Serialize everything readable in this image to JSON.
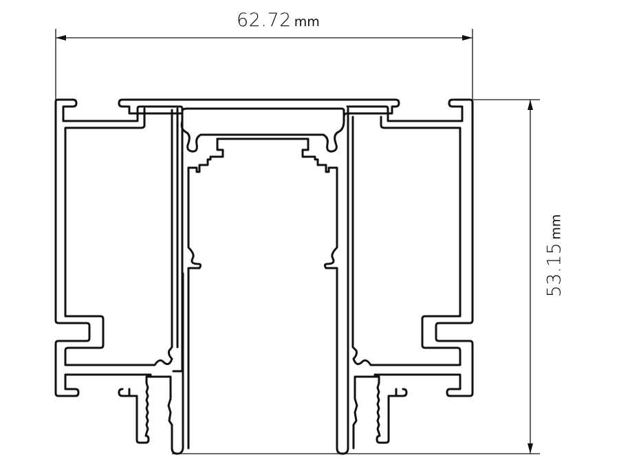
{
  "drawing": {
    "type": "aluminium profile cross-section",
    "stroke_color": "#111111",
    "background_color": "#ffffff"
  },
  "dimensions": {
    "width": {
      "value": "62.72",
      "unit": "mm",
      "orientation": "horizontal"
    },
    "height": {
      "value": "53.15",
      "unit": "mm",
      "orientation": "vertical"
    }
  }
}
